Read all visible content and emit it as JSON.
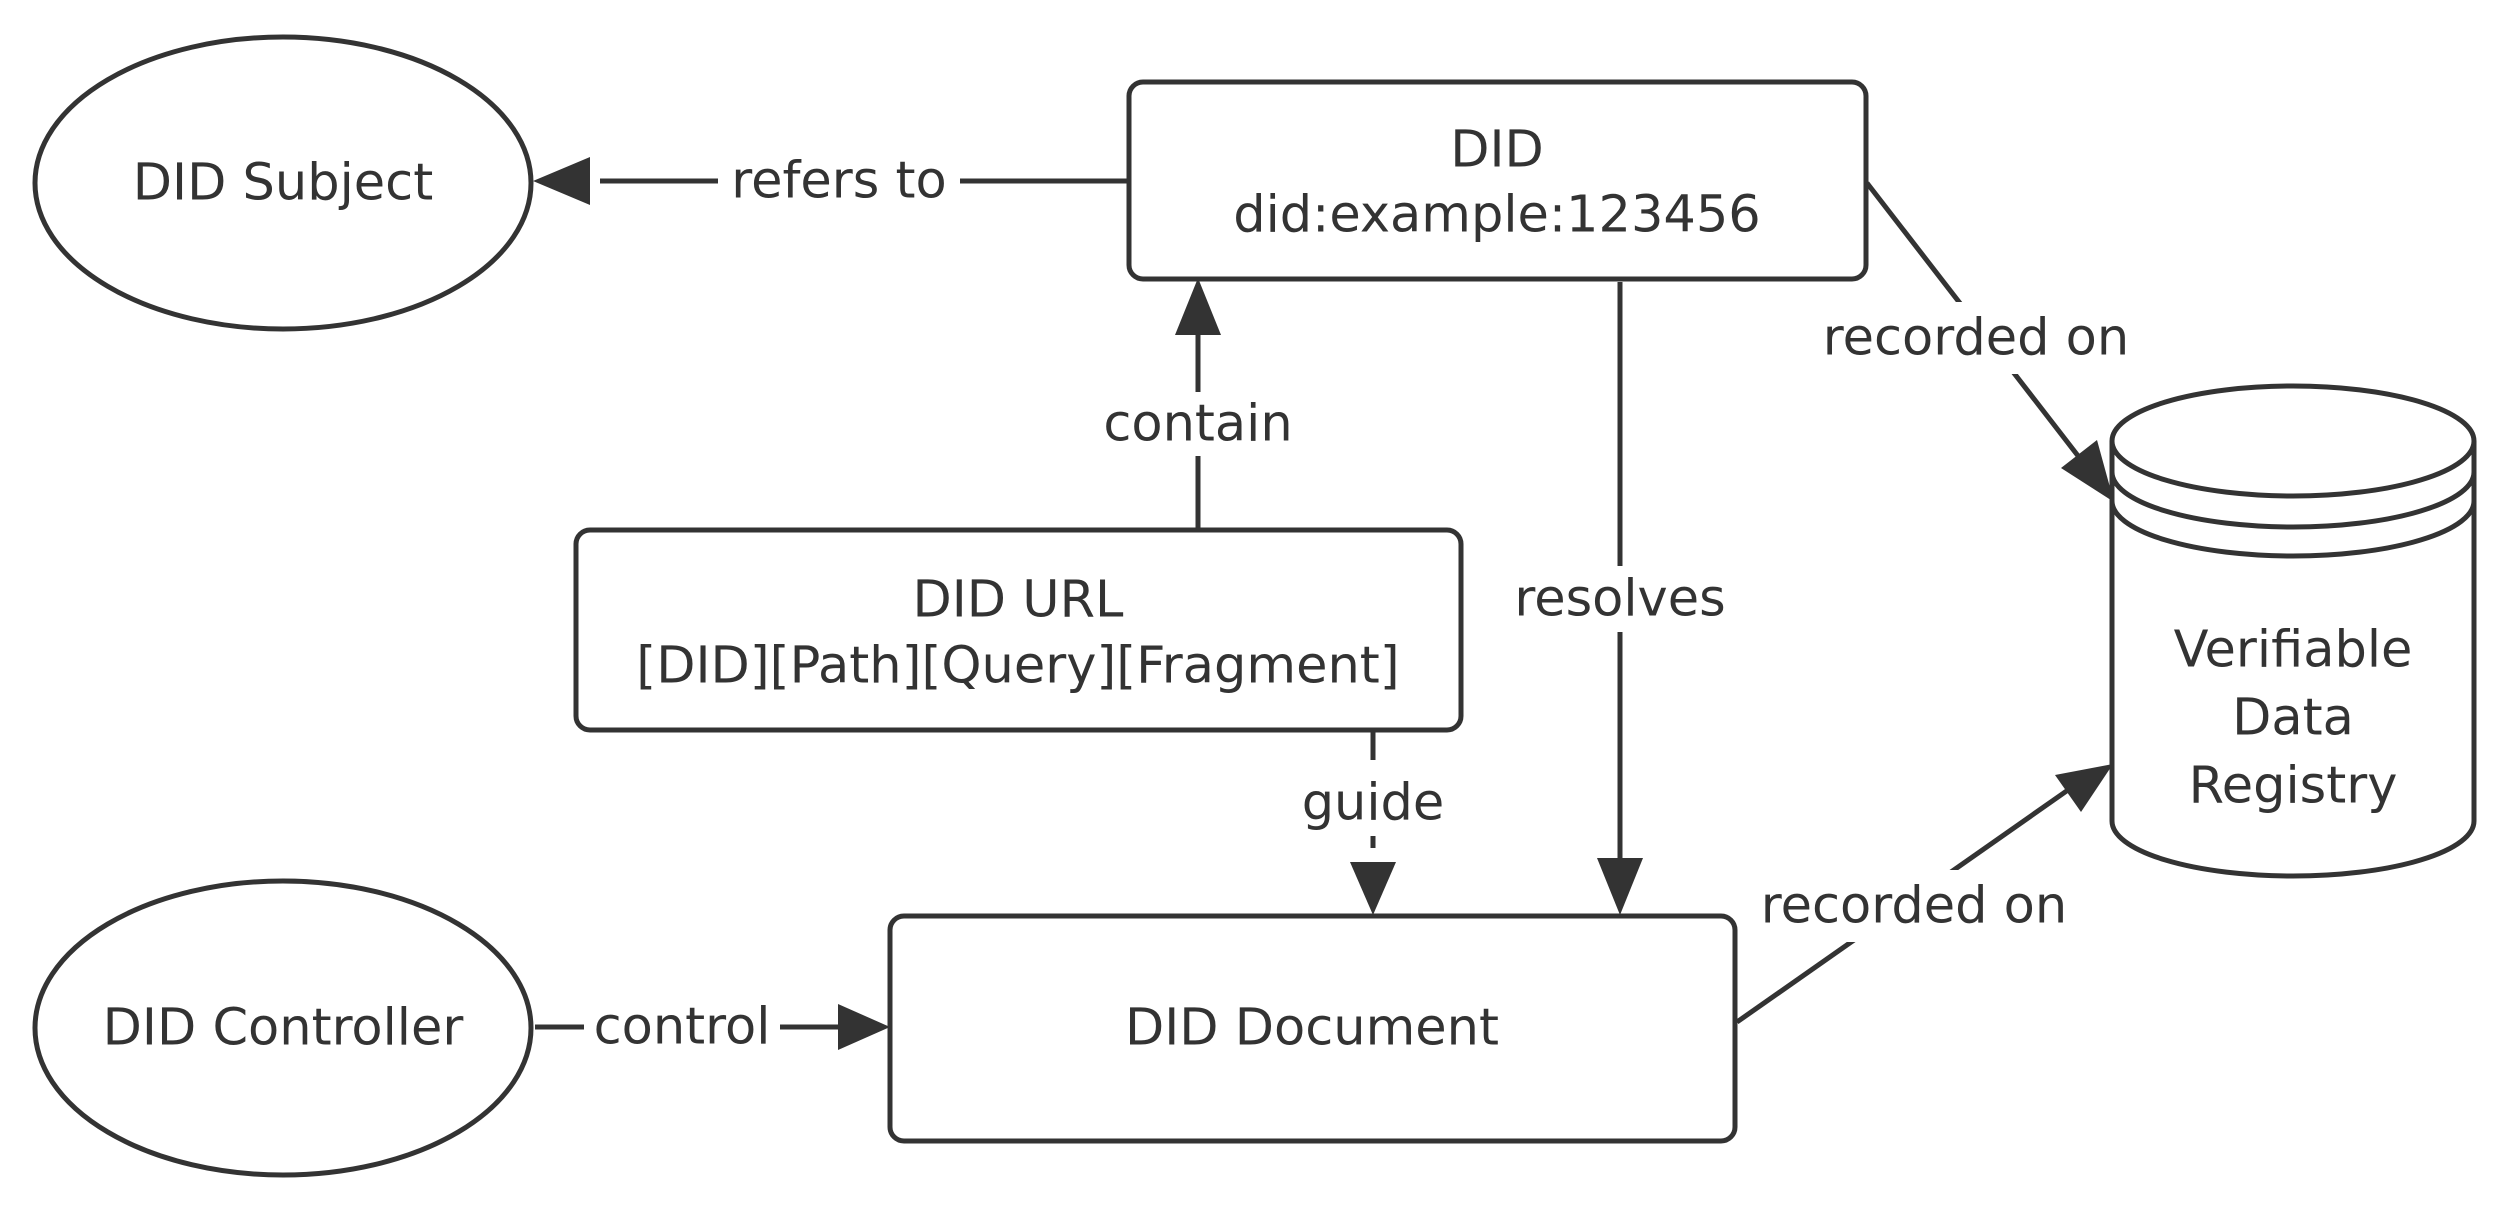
{
  "diagram": {
    "nodes": {
      "did_subject": {
        "lines": [
          "DID Subject"
        ]
      },
      "did": {
        "lines": [
          "DID",
          "did:example:123456"
        ]
      },
      "did_url": {
        "lines": [
          "DID URL",
          "[DID][Path][Query][Fragment]"
        ]
      },
      "did_controller": {
        "lines": [
          "DID Controller"
        ]
      },
      "did_document": {
        "lines": [
          "DID Document"
        ]
      },
      "registry": {
        "lines": [
          "Verifiable",
          "Data",
          "Registry"
        ]
      }
    },
    "edges": {
      "refers_to": {
        "label": "refers to"
      },
      "contain": {
        "label": "contain"
      },
      "resolves": {
        "label": "resolves"
      },
      "recorded_on_did": {
        "label": "recorded on"
      },
      "guide": {
        "label": "guide"
      },
      "control": {
        "label": "control"
      },
      "recorded_on_document": {
        "label": "recorded on"
      }
    },
    "colors": {
      "stroke": "#333333",
      "text": "#333333",
      "fill": "#ffffff",
      "background": "#ffffff"
    }
  }
}
